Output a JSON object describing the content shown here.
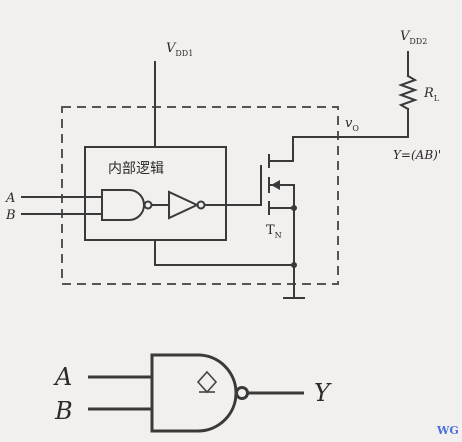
{
  "labels": {
    "vdd1_main": "V",
    "vdd1_sub": "DD1",
    "vdd2_main": "V",
    "vdd2_sub": "DD2",
    "rl_main": "R",
    "rl_sub": "L",
    "vo_main": "v",
    "vo_sub": "O",
    "output_eq": "Y=(AB)'",
    "internal_logic": "内部逻辑",
    "input_a": "A",
    "input_b": "B",
    "transistor_main": "T",
    "transistor_sub": "N",
    "symbol_a": "A",
    "symbol_b": "B",
    "symbol_y": "Y",
    "corner_mark": "WG"
  },
  "colors": {
    "background": "#f2f0ef",
    "ink": "#3a3a3a",
    "corner_mark": "#4a6fd8"
  }
}
